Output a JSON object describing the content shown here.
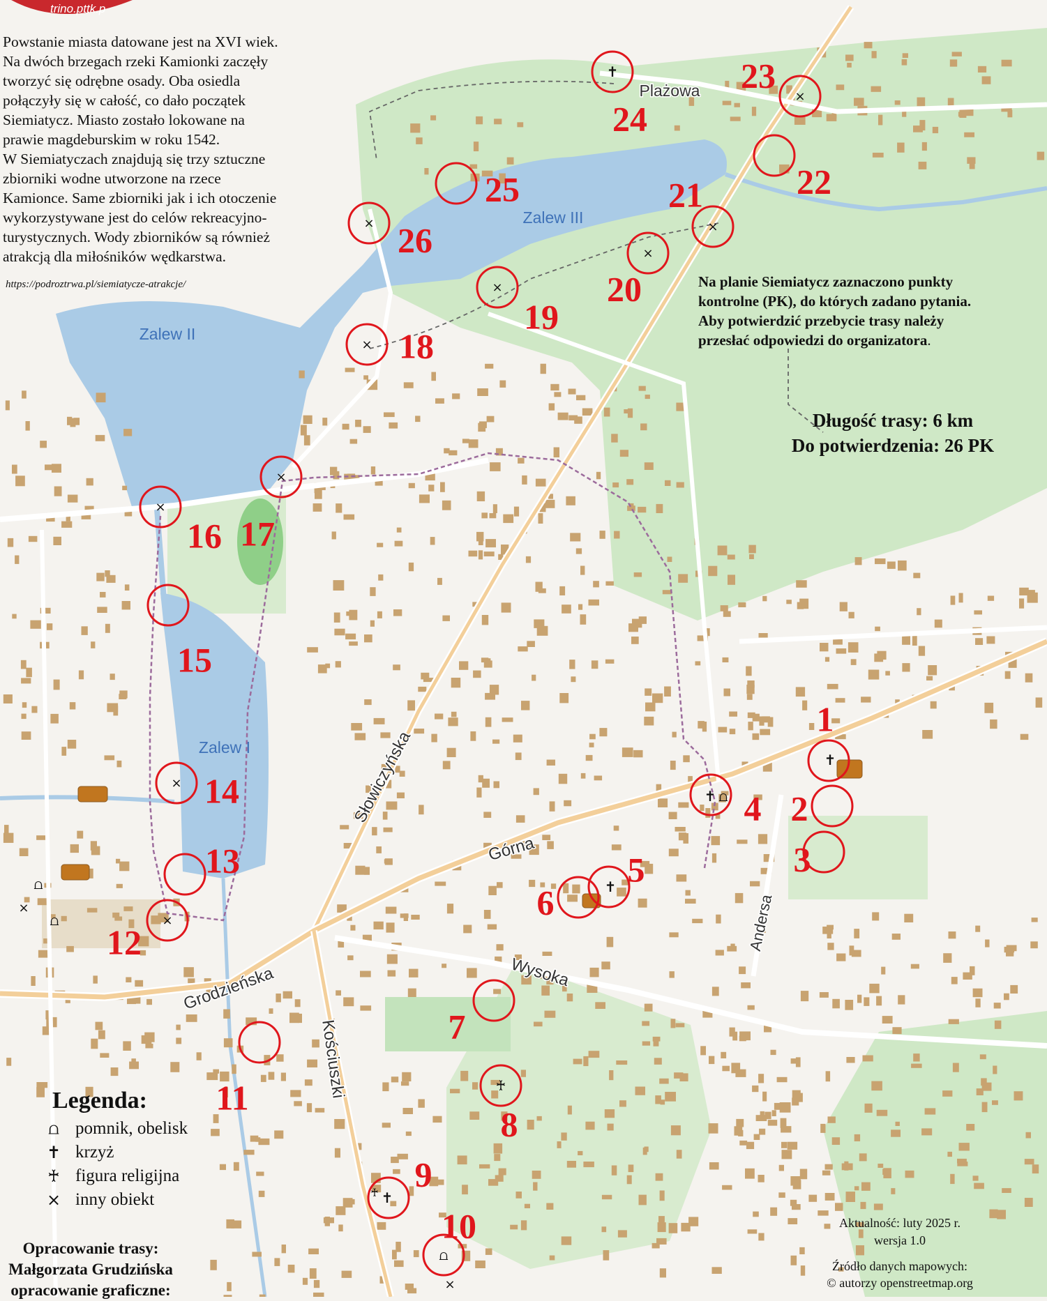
{
  "map": {
    "badge_fragment": "trino.pttk.p",
    "water_labels": [
      "Zalew I",
      "Zalew II",
      "Zalew III"
    ],
    "street_labels": [
      "Plażowa",
      "Słowiczyńska",
      "Górna",
      "Wysoka",
      "Andersa",
      "Grodzieńska",
      "Kościuszki"
    ],
    "checkpoints": [
      "1",
      "2",
      "3",
      "4",
      "5",
      "6",
      "7",
      "8",
      "9",
      "10",
      "11",
      "12",
      "13",
      "14",
      "15",
      "16",
      "17",
      "18",
      "19",
      "20",
      "21",
      "22",
      "23",
      "24",
      "25",
      "26"
    ],
    "colors": {
      "land": "#f5f3ef",
      "green": "#cfe8c6",
      "water": "#aacbe6",
      "building": "#c8a370",
      "marker": "#e0161c",
      "road_main": "#f3cf9a",
      "route": "#9c6b9c"
    }
  },
  "intro": {
    "lines": [
      "Powstanie miasta datowane jest na XVI wiek.",
      "Na dwóch brzegach rzeki Kamionki zaczęły",
      "tworzyć się odrębne osady. Oba osiedla",
      "połączyły się w całość, co dało początek",
      "Siemiatycz. Miasto zostało lokowane na",
      "prawie magdeburskim w roku 1542.",
      "W Siemiatyczach znajdują się trzy sztuczne",
      "zbiorniki wodne utworzone na rzece",
      "Kamionce. Same zbiorniki jak i ich otoczenie",
      "wykorzystywane jest do celów rekreacyjno-",
      "turystycznych. Wody zbiorników są również",
      "atrakcją dla miłośników wędkarstwa."
    ],
    "source": "https://podroztrwa.pl/siemiatycze-atrakcje/"
  },
  "info": {
    "lines": [
      "Na planie Siemiatycz zaznaczono punkty",
      "kontrolne (PK), do których zadano pytania.",
      "Aby potwierdzić przebycie trasy należy",
      "przesłać odpowiedzi  do organizatora"
    ],
    "period": "."
  },
  "stats": {
    "length": "Długość trasy: 6 km",
    "confirm": "Do potwierdzenia: 26 PK"
  },
  "legend": {
    "title": "Legenda:",
    "items": [
      {
        "icon": "monument-icon",
        "symbol": "⩍",
        "label": "pomnik, obelisk"
      },
      {
        "icon": "cross-icon",
        "symbol": "✝",
        "label": "krzyż"
      },
      {
        "icon": "religious-figure-icon",
        "symbol": "♰",
        "label": "figura religijna"
      },
      {
        "icon": "other-object-icon",
        "symbol": "×",
        "label": "inny obiekt"
      }
    ]
  },
  "credits": {
    "route_label": "Opracowanie trasy:",
    "route_author": "Małgorzata Grudzińska",
    "graphic_label": "opracowanie graficzne:"
  },
  "footer": {
    "update": "Aktualność: luty 2025 r.",
    "version": "wersja 1.0",
    "source_label": "Źródło danych mapowych:",
    "source": "© autorzy openstreetmap.org"
  }
}
